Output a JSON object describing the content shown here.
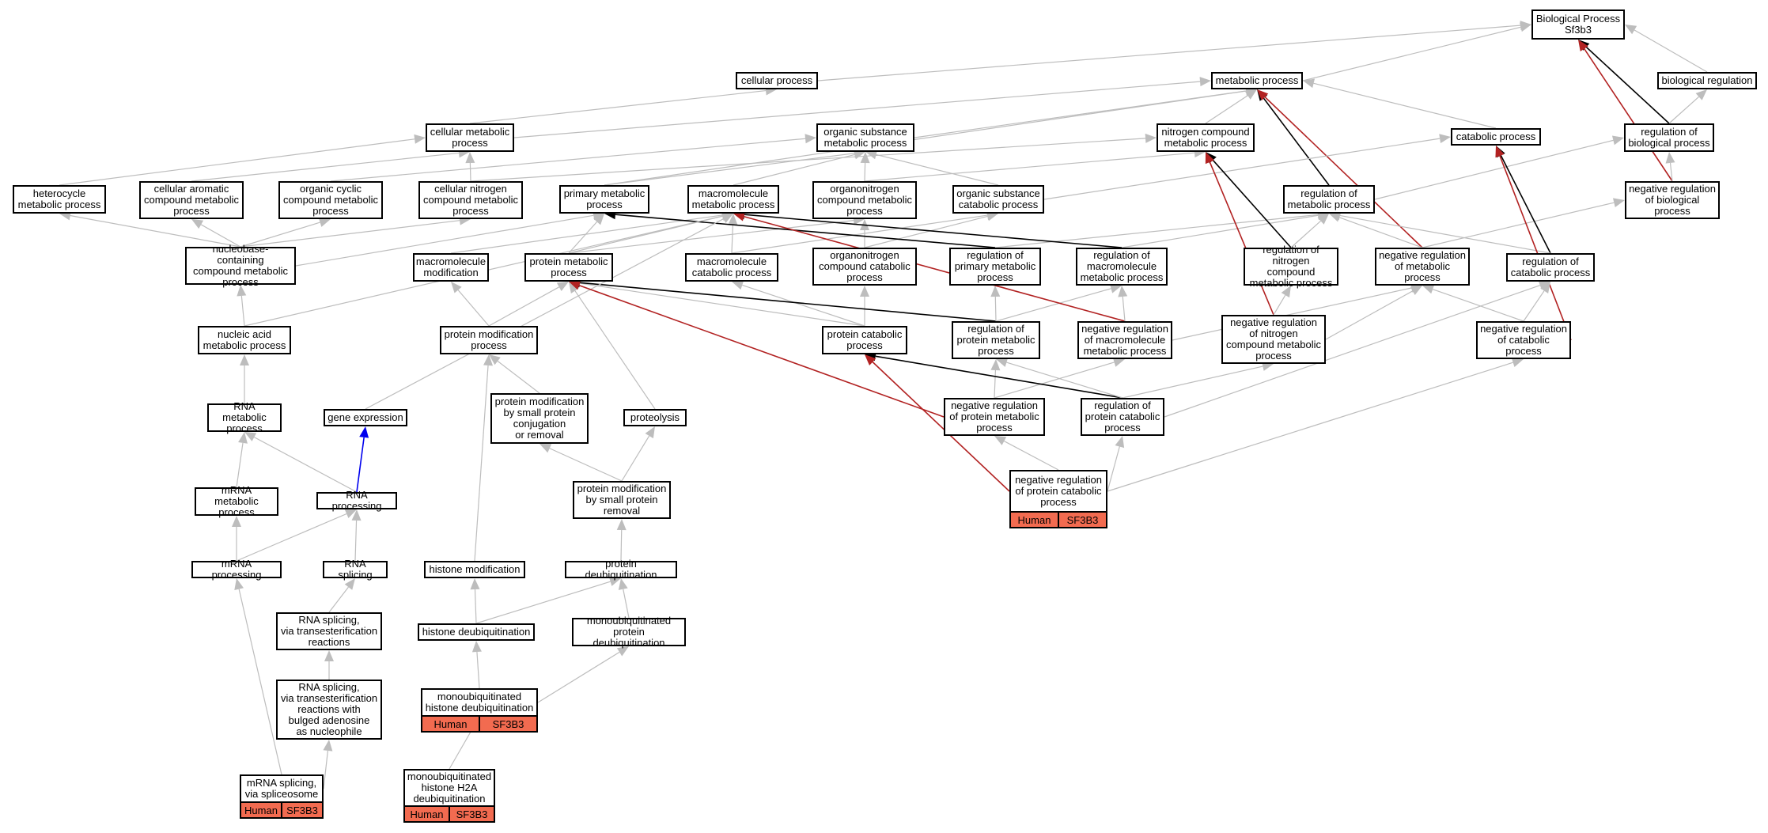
{
  "colors": {
    "gray": "#bdbdbd",
    "black": "#000000",
    "red": "#b22222",
    "blue": "#0000ee",
    "annotation": "#f26b50"
  },
  "nodes": {
    "bp": "Biological Process\nSf3b3",
    "cellular_process": "cellular process",
    "metabolic_process": "metabolic process",
    "biological_regulation": "biological regulation",
    "cellular_metabolic": "cellular metabolic\nprocess",
    "organic_substance_metabolic": "organic substance\nmetabolic process",
    "nitrogen_compound_metabolic": "nitrogen compound\nmetabolic process",
    "catabolic_process": "catabolic process",
    "regulation_biological": "regulation of\nbiological process",
    "heterocycle": "heterocycle\nmetabolic process",
    "cellular_aromatic": "cellular aromatic\ncompound metabolic\nprocess",
    "organic_cyclic": "organic cyclic\ncompound metabolic\nprocess",
    "cellular_nitrogen": "cellular nitrogen\ncompound metabolic\nprocess",
    "primary_metabolic": "primary metabolic\nprocess",
    "macromolecule_metabolic": "macromolecule\nmetabolic process",
    "organonitrogen_metabolic": "organonitrogen\ncompound metabolic\nprocess",
    "organic_substance_catabolic": "organic substance\ncatabolic process",
    "regulation_metabolic": "regulation of\nmetabolic process",
    "neg_reg_biological": "negative regulation\nof biological\nprocess",
    "nucleobase": "nucleobase-containing\ncompound metabolic\nprocess",
    "macromolecule_modification": "macromolecule\nmodification",
    "protein_metabolic": "protein metabolic\nprocess",
    "macromolecule_catabolic": "macromolecule\ncatabolic process",
    "organonitrogen_catabolic": "organonitrogen\ncompound catabolic\nprocess",
    "reg_primary_metabolic": "regulation of\nprimary metabolic\nprocess",
    "reg_macromolecule_metabolic": "regulation of\nmacromolecule\nmetabolic process",
    "reg_nitrogen_compound": "regulation of\nnitrogen compound\nmetabolic process",
    "neg_reg_metabolic": "negative regulation\nof metabolic\nprocess",
    "reg_catabolic": "regulation of\ncatabolic process",
    "nucleic_acid": "nucleic acid\nmetabolic process",
    "protein_modification": "protein modification\nprocess",
    "protein_catabolic": "protein catabolic\nprocess",
    "reg_protein_metabolic": "regulation of\nprotein metabolic\nprocess",
    "neg_reg_macromolecule": "negative regulation\nof macromolecule\nmetabolic process",
    "neg_reg_nitrogen": "negative regulation\nof nitrogen\ncompound metabolic\nprocess",
    "neg_reg_catabolic": "negative regulation\nof catabolic\nprocess",
    "rna_metabolic": "RNA metabolic\nprocess",
    "gene_expression": "gene expression",
    "protein_mod_small": "protein modification\nby small protein\nconjugation\nor removal",
    "proteolysis": "proteolysis",
    "neg_reg_protein_metabolic": "negative regulation\nof protein metabolic\nprocess",
    "reg_protein_catabolic": "regulation of\nprotein catabolic\nprocess",
    "mrna_metabolic": "mRNA metabolic\nprocess",
    "rna_processing": "RNA processing",
    "protein_mod_removal": "protein modification\nby small protein\nremoval",
    "neg_reg_protein_catabolic": "negative regulation\nof protein catabolic\nprocess",
    "mrna_processing": "mRNA processing",
    "rna_splicing": "RNA splicing",
    "histone_modification": "histone modification",
    "protein_deubiquitination": "protein deubiquitination",
    "rna_splicing_trans": "RNA splicing,\nvia transesterification\nreactions",
    "histone_deubiquitination": "histone deubiquitination",
    "monoubiquitinated_protein": "monoubiquitinated\nprotein deubiquitination",
    "rna_splicing_bulged": "RNA splicing,\nvia transesterification\nreactions with\nbulged adenosine\nas nucleophile",
    "mono_histone_deubiq": "monoubiquitinated\nhistone deubiquitination",
    "mrna_splicing_spliceosome": "mRNA splicing,\nvia spliceosome",
    "mono_histone_h2a": "monoubiquitinated\nhistone H2A\ndeubiquitination"
  },
  "annotations": {
    "neg_reg_protein_catabolic": {
      "species": "Human",
      "gene": "SF3B3"
    },
    "mono_histone_deubiq": {
      "species": "Human",
      "gene": "SF3B3"
    },
    "mrna_splicing_spliceosome": {
      "species": "Human",
      "gene": "SF3B3"
    },
    "mono_histone_h2a": {
      "species": "Human",
      "gene": "SF3B3"
    }
  }
}
